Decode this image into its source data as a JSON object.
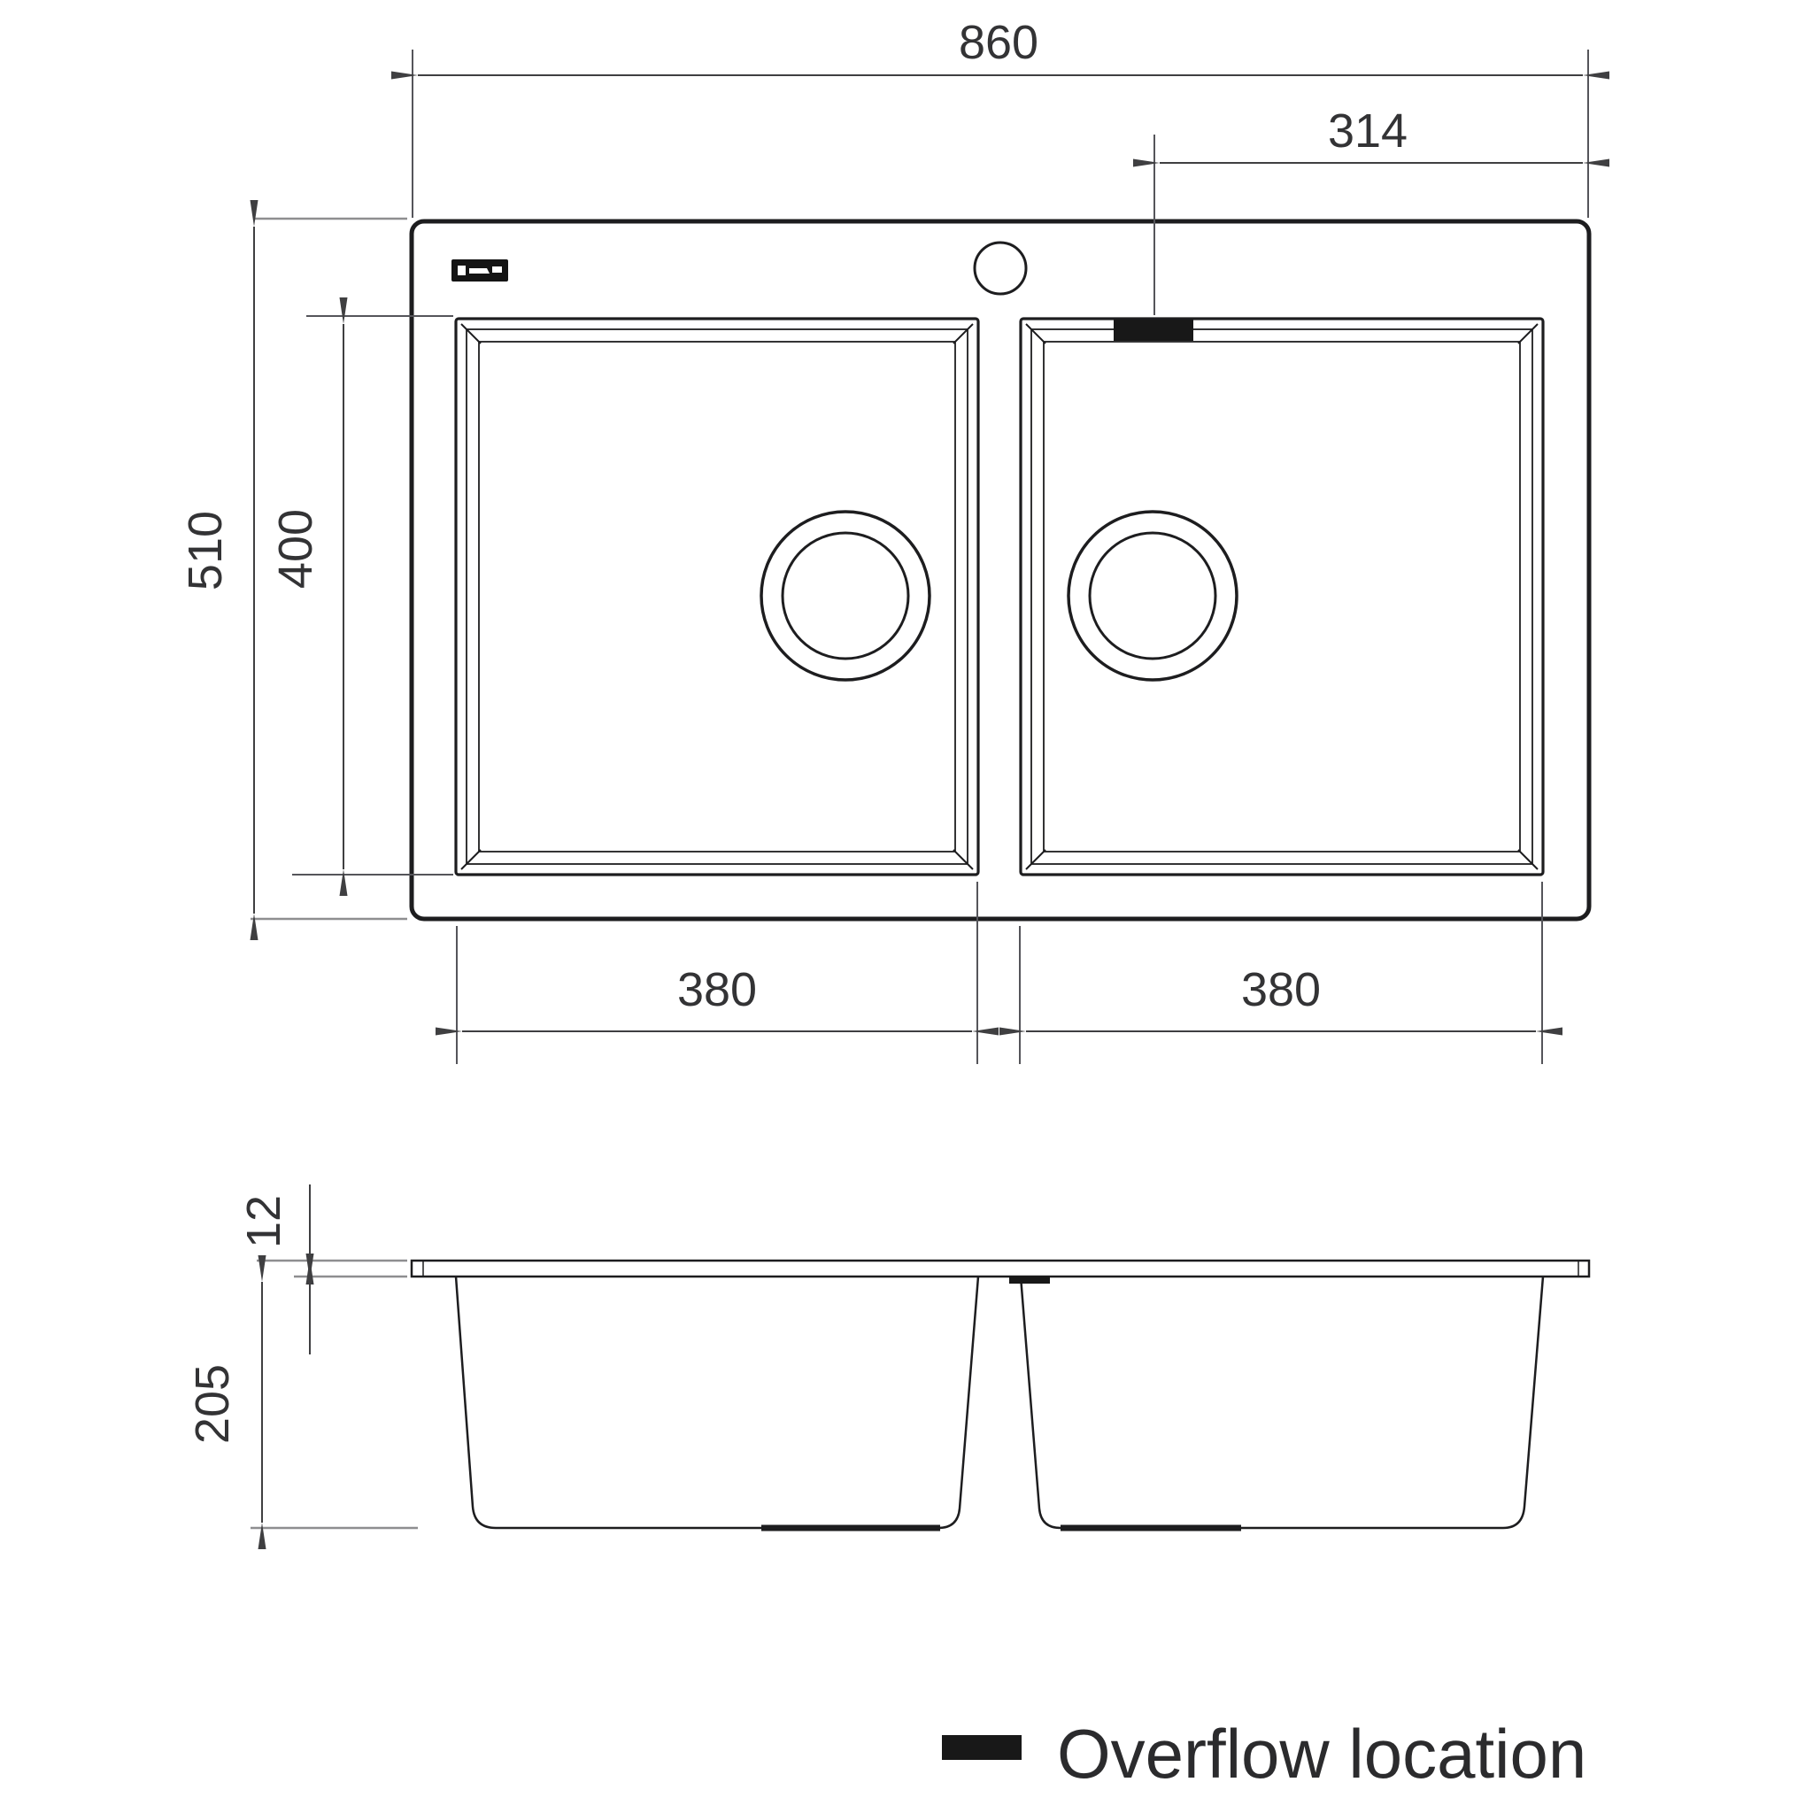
{
  "colors": {
    "line": "#1d1d1f",
    "dimension": "#3f3f41",
    "extension": "#8e8e90",
    "overflow_mark": "#181818",
    "label": "#333335"
  },
  "top_view": {
    "dim_overall_width": "860",
    "dim_overflow_offset": "314",
    "dim_overall_depth": "510",
    "dim_bowl_front_to_back": "400",
    "dim_left_bowl_width": "380",
    "dim_right_bowl_width": "380"
  },
  "side_view": {
    "dim_rim_thickness": "12",
    "dim_bowl_depth": "205"
  },
  "legend": {
    "overflow_label": "Overflow location"
  }
}
